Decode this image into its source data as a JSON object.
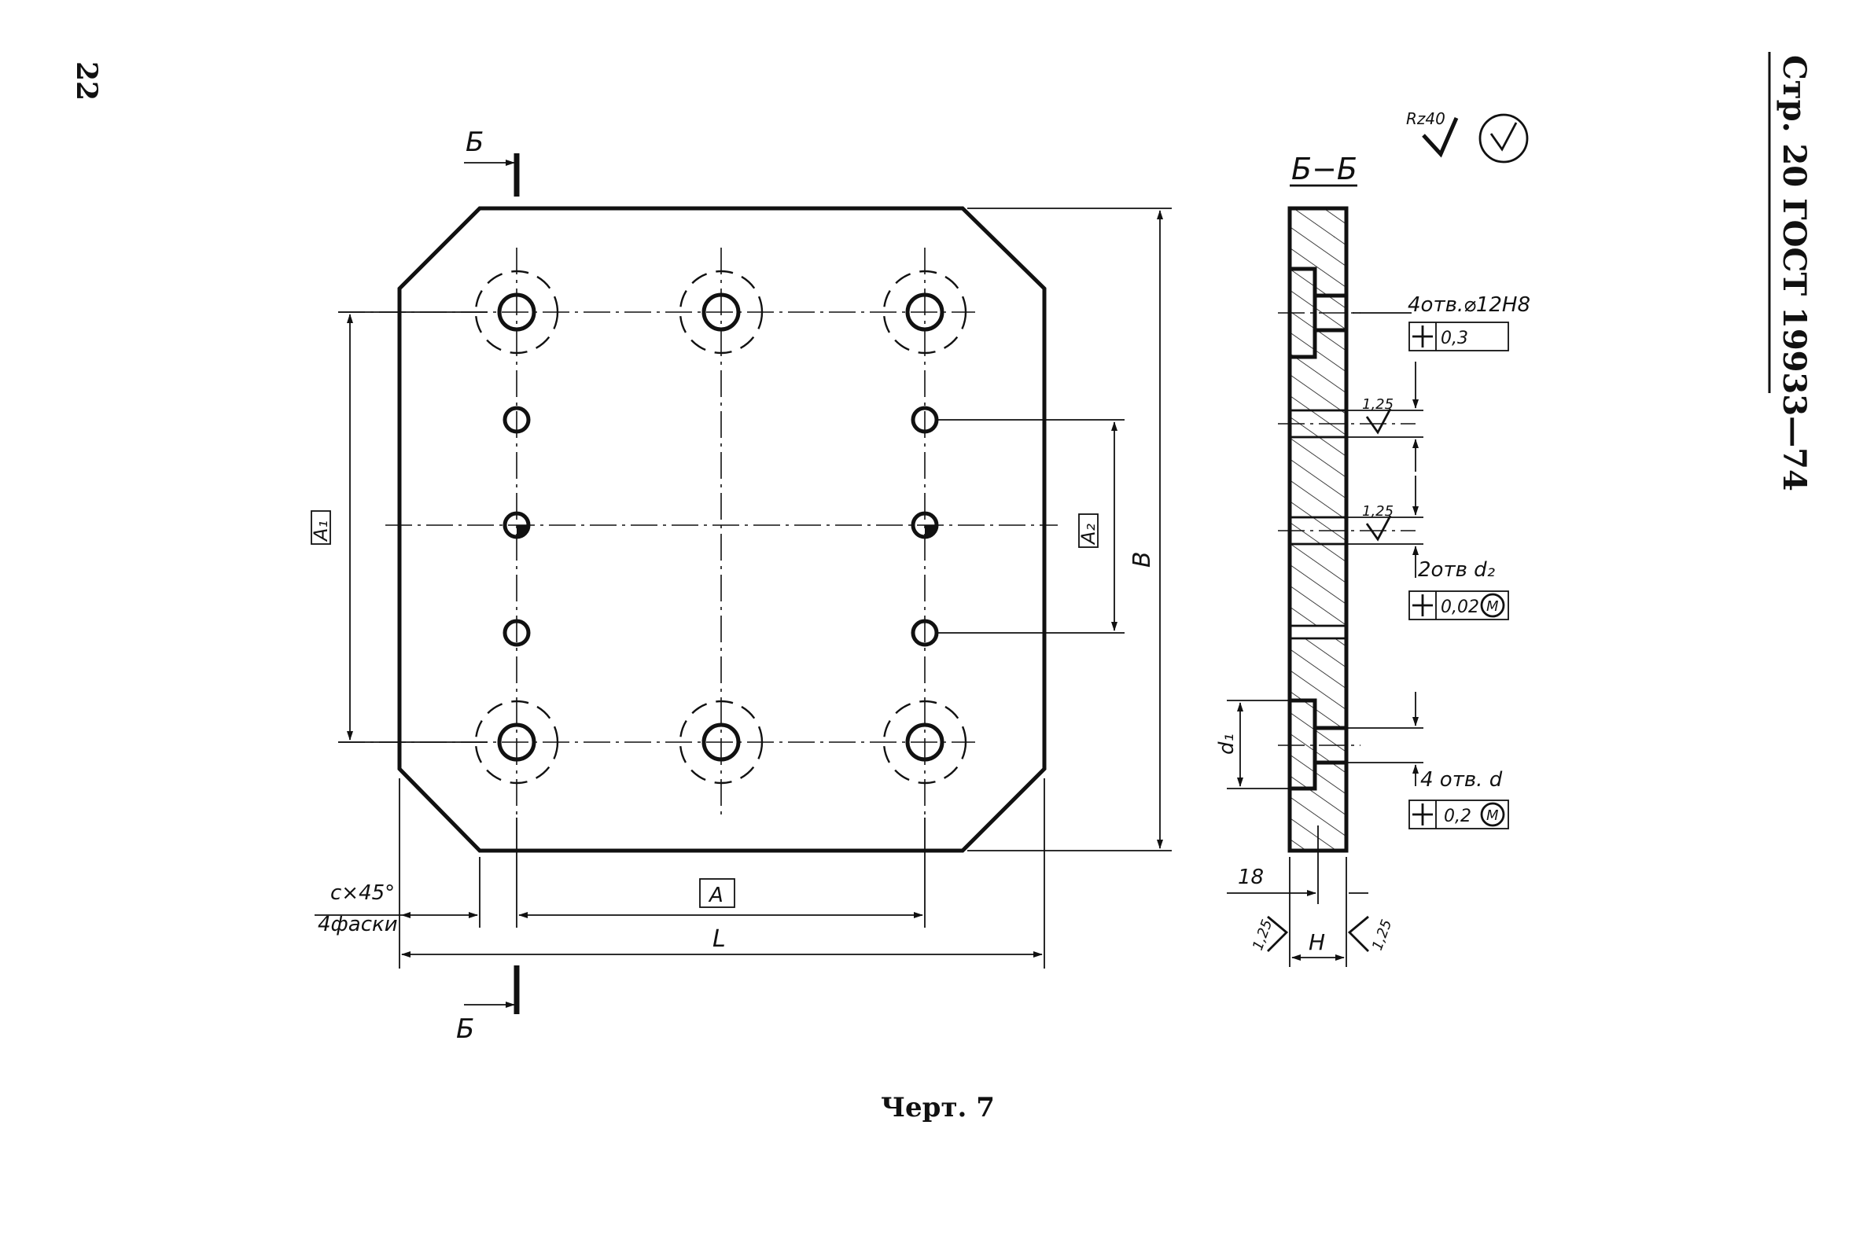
{
  "page": {
    "page_number": "22",
    "header": "Стр. 20 ГОСТ 19933—74",
    "caption": "Черт. 7"
  },
  "surface_finish": {
    "general": "Rz40"
  },
  "plan_view": {
    "section_mark_top": "Б",
    "section_mark_bottom": "Б",
    "dim_A1": "A₁",
    "dim_A2": "A₂",
    "dim_A": "A",
    "dim_B": "B",
    "dim_L": "L",
    "chamfer_size": "c×45°",
    "chamfer_count": "4фаски"
  },
  "section_view": {
    "title": "Б−Б",
    "hole_note_1": "4отв.⌀12H8",
    "tol_1": "0,3",
    "roughness_1": "1,25",
    "roughness_2": "1,25",
    "hole_note_2": "2отв d₂",
    "tol_2": "0,02",
    "hole_note_3": "4 отв. d",
    "tol_3": "0,2",
    "modifier_M": "M",
    "dim_d1": "d₁",
    "dim_18": "18",
    "dim_H": "H",
    "roughness_left": "1,25",
    "roughness_right": "1,25"
  }
}
